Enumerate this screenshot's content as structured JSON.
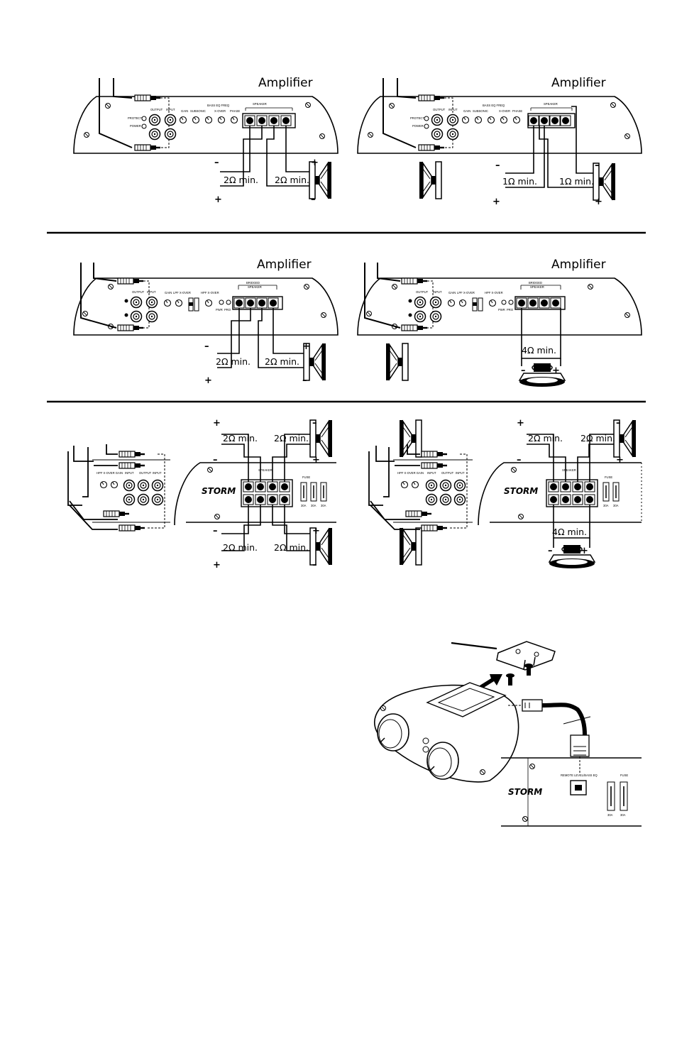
{
  "amplifier_title": "Amplifier",
  "polarity": {
    "pos": "+",
    "neg": "–"
  },
  "panel_labels": {
    "protect": "PROTECT",
    "power": "POWER",
    "output": "OUTPUT",
    "input": "INPUT",
    "gain": "GAIN",
    "subsonic": "SUBSONIC",
    "bass_eq_freq": "BASS EQ FREQ",
    "xover": "X-OVER",
    "phase": "PHASE",
    "speaker": "SPEAKER",
    "bridged": "BRIDGED",
    "lpf_xover": "LPF X-OVER",
    "hpf_xover": "HPF X-OVER",
    "hpf_xover_gain": "HPF X-OVER GAIN",
    "pwr": "PWR",
    "pro": "PRO",
    "fuse": "FUSE",
    "fuse_rating": "30A",
    "brand": "STORM",
    "remote": "REMOTE LEVEL/BASS EQ"
  },
  "diagrams": [
    {
      "labels": [
        "2Ω min.",
        "2Ω min."
      ]
    },
    {
      "labels": [
        "1Ω min.",
        "1Ω min."
      ]
    },
    {
      "labels": [
        "2Ω min.",
        "2Ω min."
      ]
    },
    {
      "labels": [
        "4Ω min."
      ]
    },
    {
      "labels": [
        "2Ω min.",
        "2Ω min.",
        "2Ω min.",
        "2Ω min."
      ]
    },
    {
      "labels": [
        "2Ω min.",
        "2Ω min.",
        "4Ω min."
      ]
    }
  ]
}
